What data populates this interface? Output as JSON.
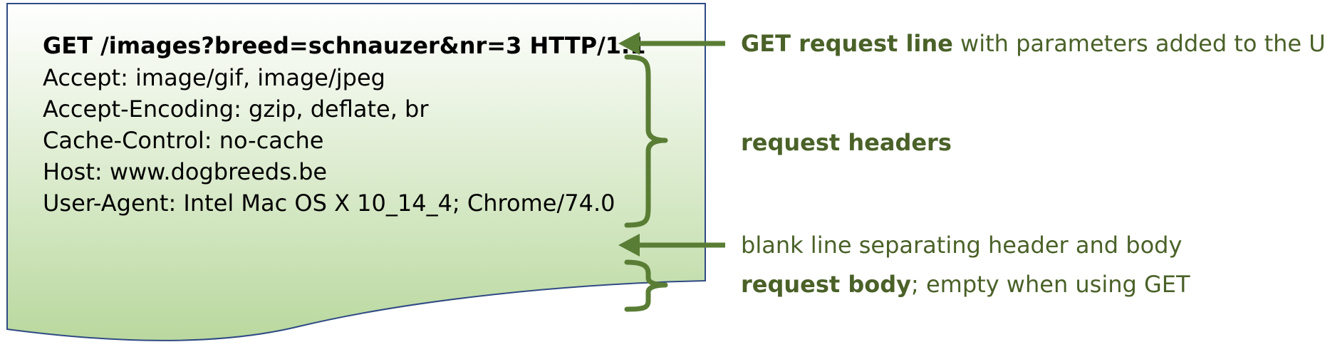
{
  "request_document": {
    "request_line": "GET /images?breed=schnauzer&nr=3 HTTP/1.1",
    "headers": [
      "Accept: image/gif, image/jpeg",
      "Accept-Encoding: gzip, deflate, br",
      "Cache-Control: no-cache",
      "Host: www.dogbreeds.be",
      "User-Agent: Intel Mac OS X 10_14_4; Chrome/74.0"
    ]
  },
  "annotations": {
    "request_line": {
      "bold": "GET request line",
      "rest": " with parameters added to the URL"
    },
    "headers": {
      "bold": "request headers"
    },
    "blank_line": {
      "text": "blank line separating header and body"
    },
    "body": {
      "bold": "request body",
      "rest": "; empty when using GET"
    }
  },
  "colors": {
    "document_gradient_top": "#ffffff",
    "document_gradient_bottom": "#b9d89e",
    "document_border": "#2f4a84",
    "annotation": "#4a6128",
    "connector": "#5a7d35"
  }
}
